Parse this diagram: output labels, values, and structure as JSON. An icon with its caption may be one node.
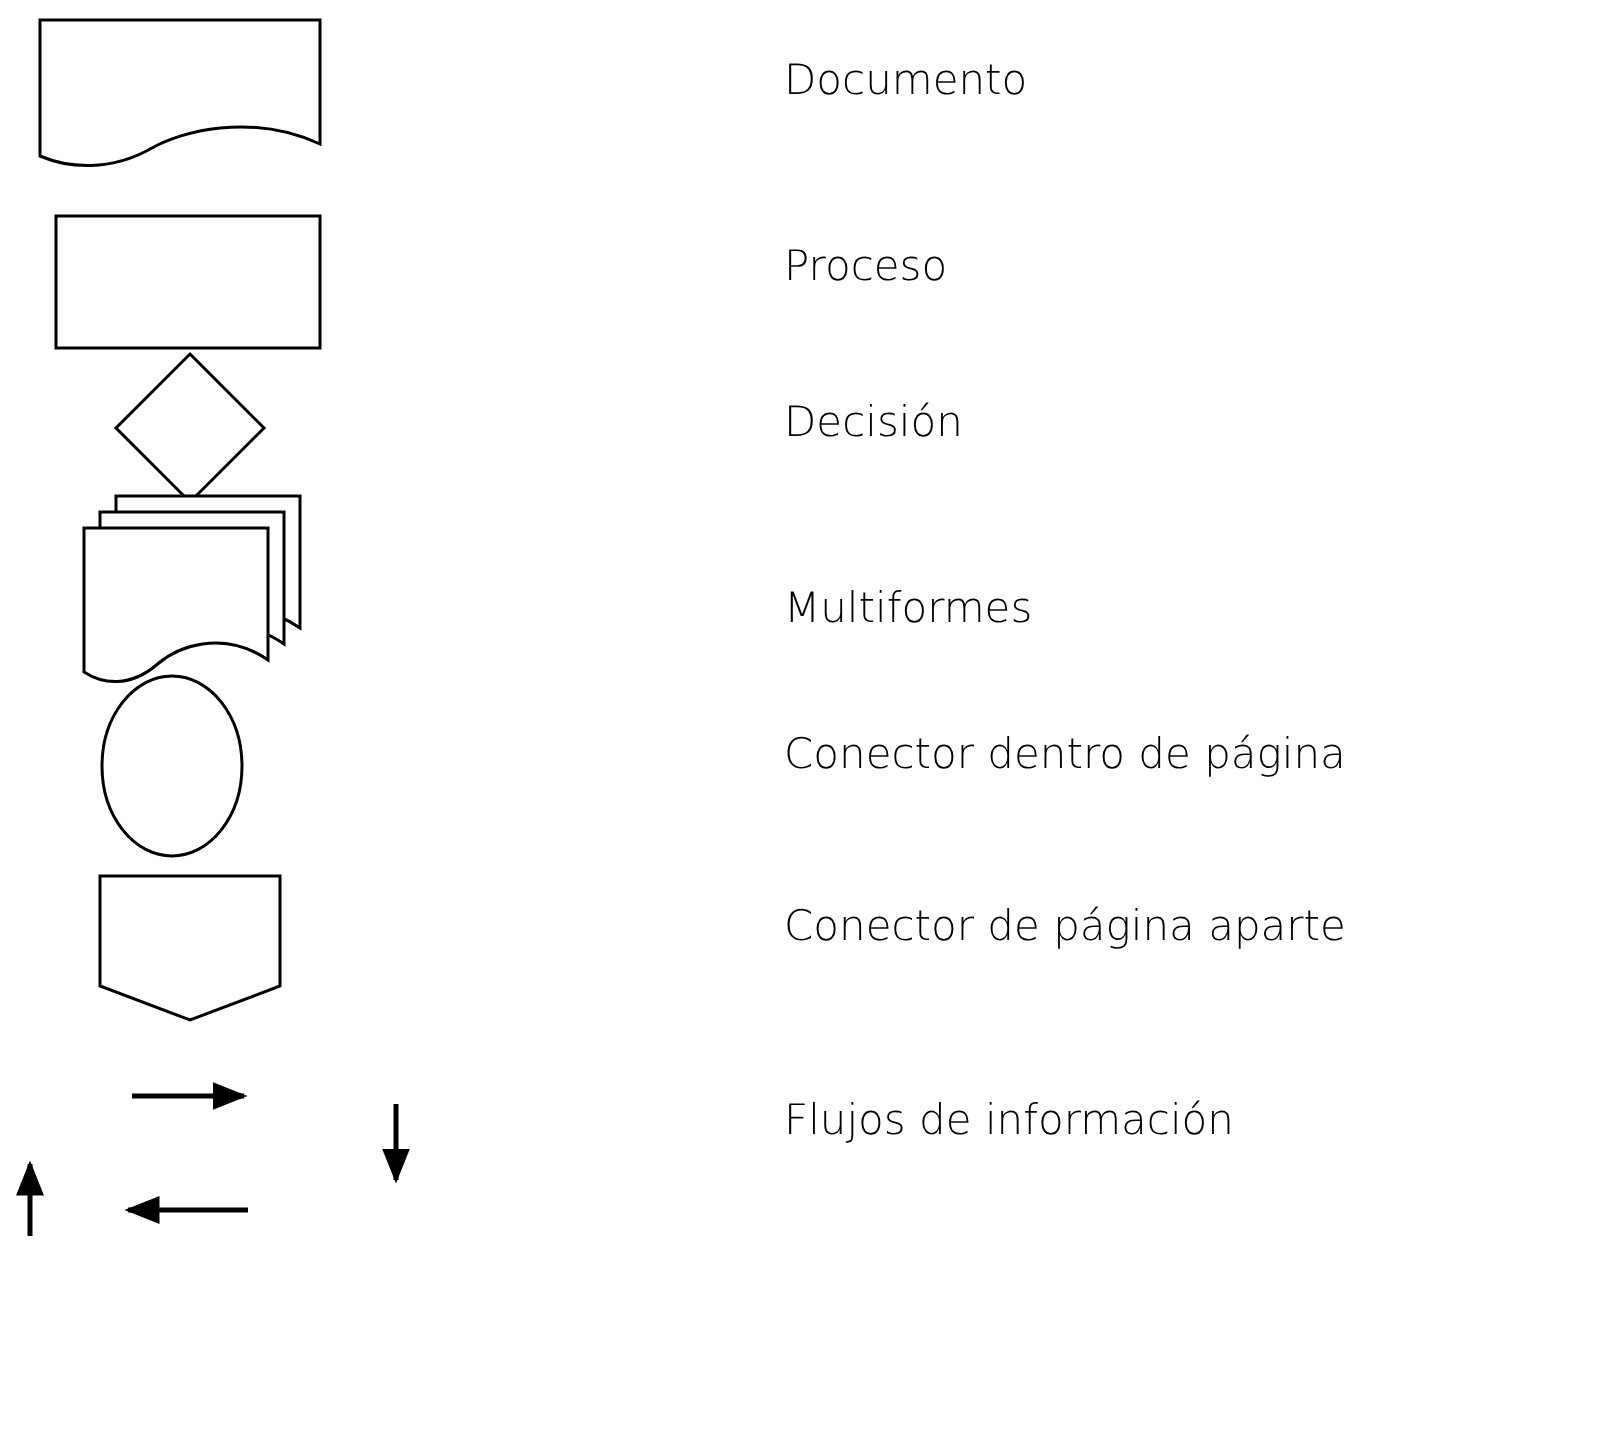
{
  "diagram": {
    "legend": [
      {
        "text": "Documento"
      },
      {
        "text": "Proceso"
      },
      {
        "text": "Decisión"
      },
      {
        "text": "Multiformes"
      },
      {
        "text": "Conector dentro de página"
      },
      {
        "text": "Conector de página aparte"
      },
      {
        "text": "Flujos de información"
      }
    ]
  }
}
